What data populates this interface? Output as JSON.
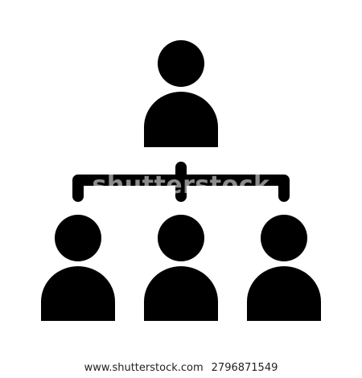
{
  "image": {
    "subject": "org-chart-icon",
    "color": "#000000",
    "background": "#ffffff"
  },
  "watermark": {
    "text": "shutterstock"
  },
  "footer": {
    "site": "www.shutterstock.com",
    "image_id": "2796871549"
  }
}
